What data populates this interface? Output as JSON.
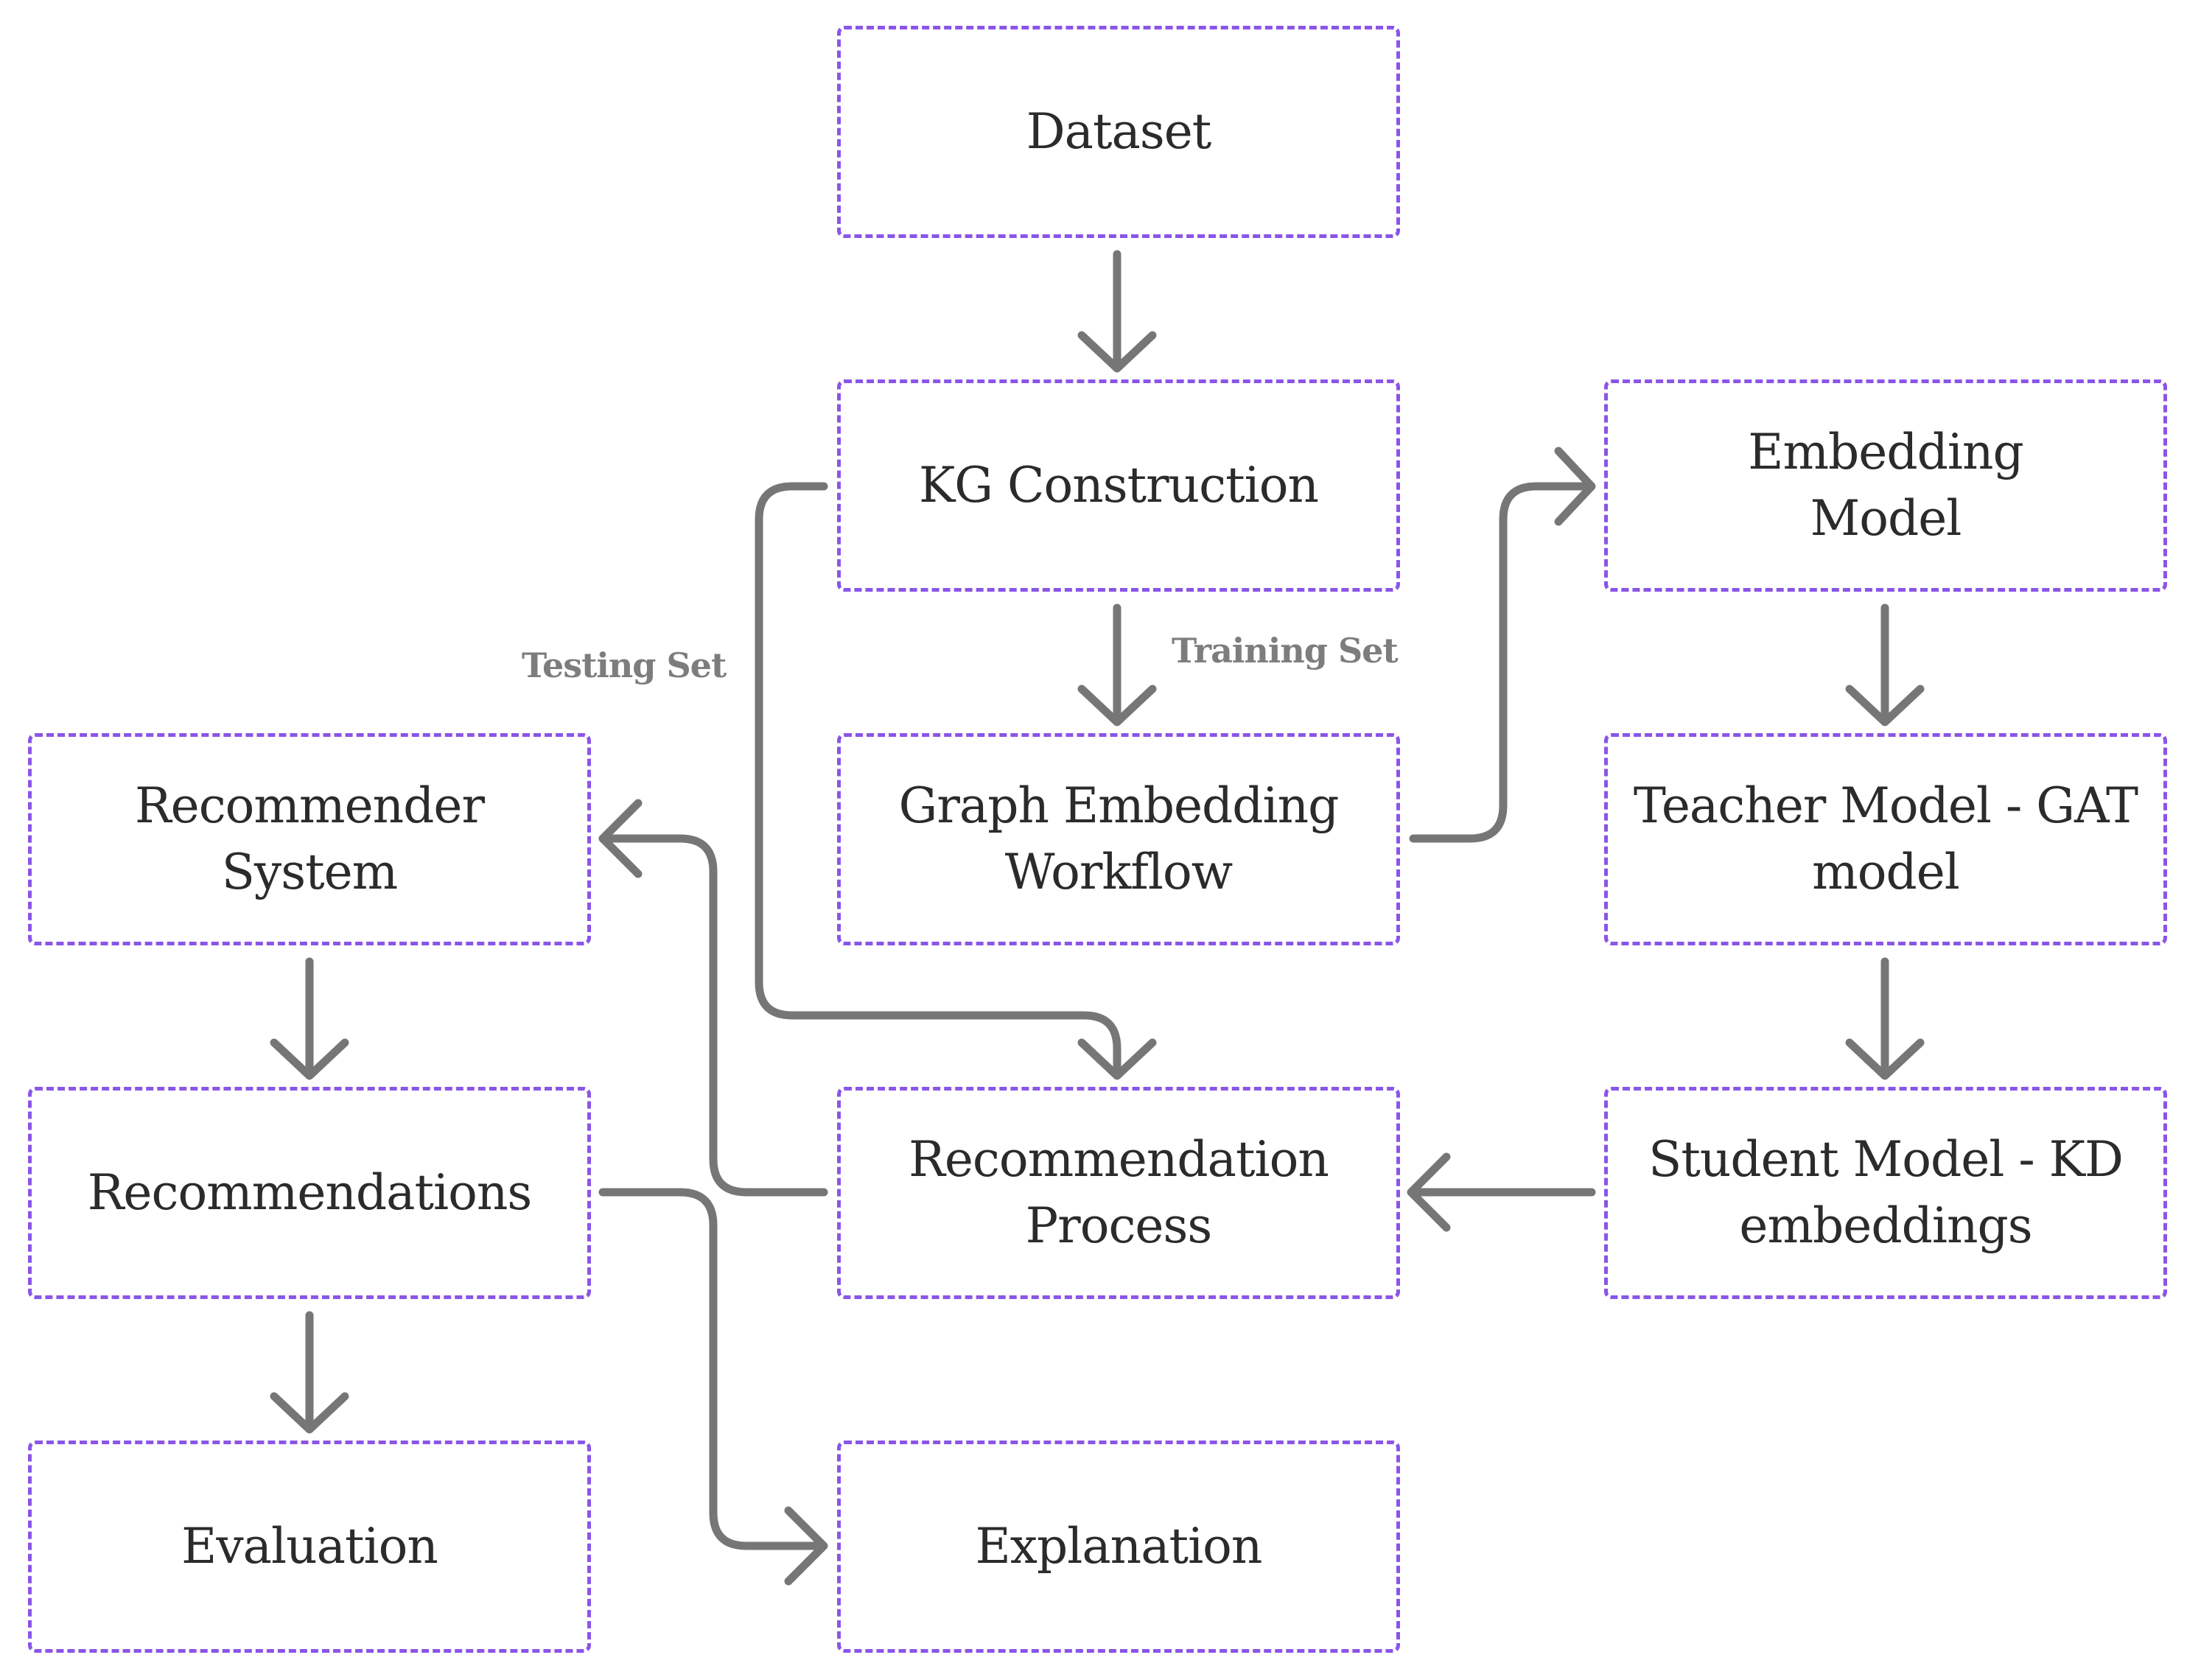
{
  "nodes": {
    "dataset": "Dataset",
    "kg_construction": "KG Construction",
    "embedding_model": "Embedding\nModel",
    "graph_embedding_workflow": "Graph Embedding\nWorkflow",
    "teacher_model": "Teacher Model - GAT\nmodel",
    "recommender_system": "Recommender\nSystem",
    "recommendations": "Recommendations",
    "recommendation_process": "Recommendation\nProcess",
    "student_model": "Student Model - KD\nembeddings",
    "evaluation": "Evaluation",
    "explanation": "Explanation"
  },
  "edge_labels": {
    "training_set": "Training Set",
    "testing_set": "Testing Set"
  },
  "colors": {
    "box_border": "#8a55e8",
    "arrow": "#767676",
    "text": "#2b2b2b",
    "edge_label": "#7d7d7d"
  }
}
